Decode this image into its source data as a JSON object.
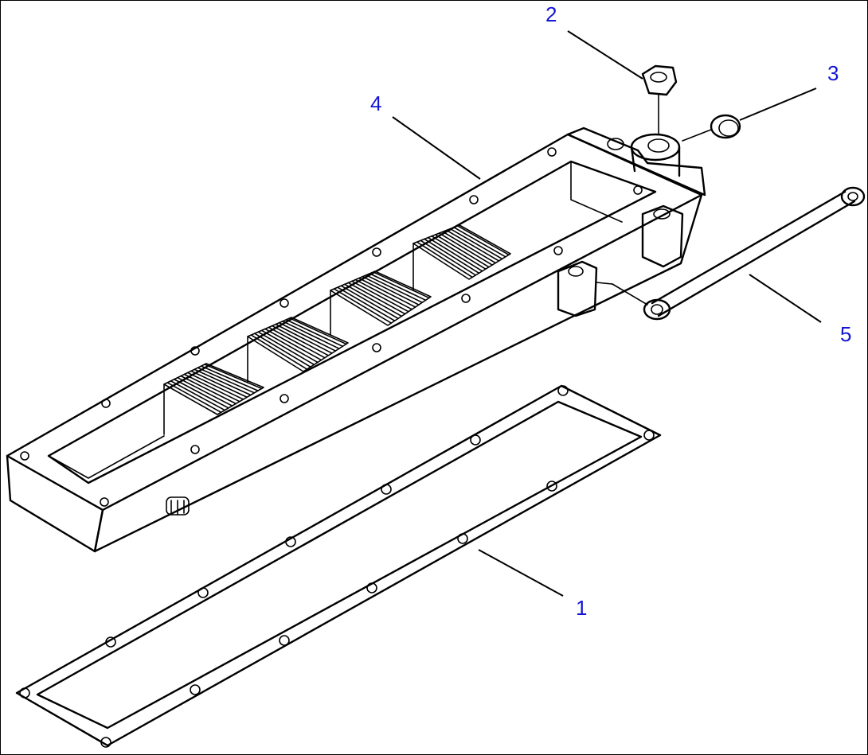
{
  "callouts": {
    "c1": "1",
    "c2": "2",
    "c3": "3",
    "c4": "4",
    "c5": "5"
  },
  "colors": {
    "callout": "#1515d6",
    "ink": "#000000"
  }
}
